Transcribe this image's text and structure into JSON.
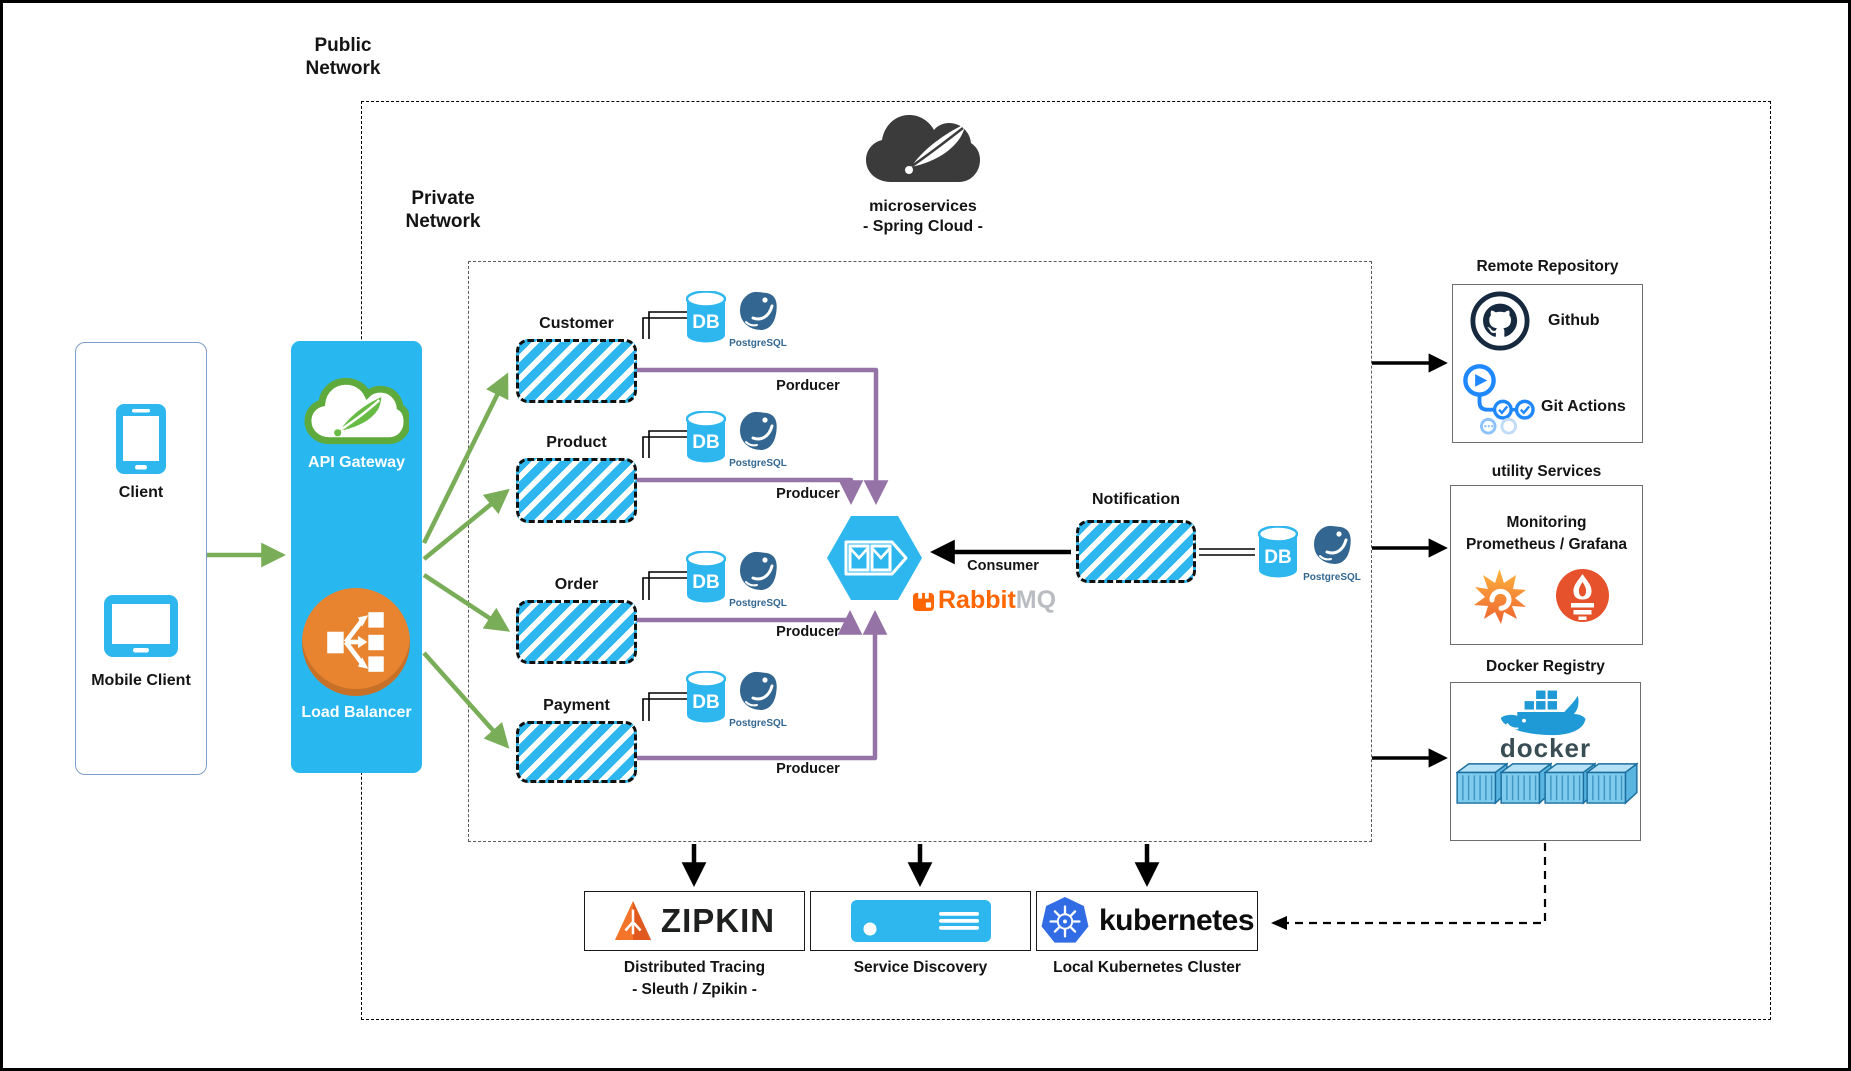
{
  "colors": {
    "cyan": "#2eb7ef",
    "green_arrow": "#79ad58",
    "purple_arrow": "#9673a6",
    "orange_lb": "#e8842f",
    "spring_green": "#68bc45",
    "postgres_blue": "#336791",
    "kubernetes_blue": "#326ce5",
    "prometheus_red": "#e6522c",
    "rabbit_orange": "#ff6600",
    "zipkin_orange": "#f4742a",
    "docker_blue": "#1f9ad7",
    "github_navy": "#16293e",
    "actions_blue": "#2088ff"
  },
  "networks": {
    "public": {
      "label": "Public\nNetwork"
    },
    "private": {
      "label": "Private\nNetwork"
    }
  },
  "header": {
    "cloud_icon": "spring-cloud-dark",
    "title": "microservices",
    "subtitle": "- Spring Cloud -"
  },
  "clients": {
    "phone_label": "Client",
    "tablet_label": "Mobile Client"
  },
  "gateway": {
    "api_label": "API Gateway",
    "lb_label": "Load Balancer"
  },
  "services": [
    {
      "name": "Customer",
      "producer_label": "Porducer",
      "db": "DB",
      "db_engine": "PostgreSQL"
    },
    {
      "name": "Product",
      "producer_label": "Producer",
      "db": "DB",
      "db_engine": "PostgreSQL"
    },
    {
      "name": "Order",
      "producer_label": "Producer",
      "db": "DB",
      "db_engine": "PostgreSQL"
    },
    {
      "name": "Payment",
      "producer_label": "Producer",
      "db": "DB",
      "db_engine": "PostgreSQL"
    }
  ],
  "broker": {
    "icon": "rabbitmq-envelope-hexagon",
    "consumer_label": "Consumer",
    "logo_rabbit": "Rabbit",
    "logo_mq": "MQ"
  },
  "notification": {
    "name": "Notification",
    "db": "DB",
    "db_engine": "PostgreSQL"
  },
  "remote_repository": {
    "title": "Remote Repository",
    "github_label": "Github",
    "actions_label": "Git Actions"
  },
  "utility_services": {
    "title": "utility Services",
    "line1": "Monitoring",
    "line2": "Prometheus / Grafana"
  },
  "docker_registry": {
    "title": "Docker Registry",
    "wordmark": "docker"
  },
  "tracing": {
    "logo_text": "ZIPKIN",
    "caption1": "Distributed Tracing",
    "caption2": "- Sleuth / Zpikin -"
  },
  "discovery": {
    "caption": "Service Discovery"
  },
  "kubernetes": {
    "wordmark": "kubernetes",
    "caption": "Local Kubernetes Cluster"
  }
}
